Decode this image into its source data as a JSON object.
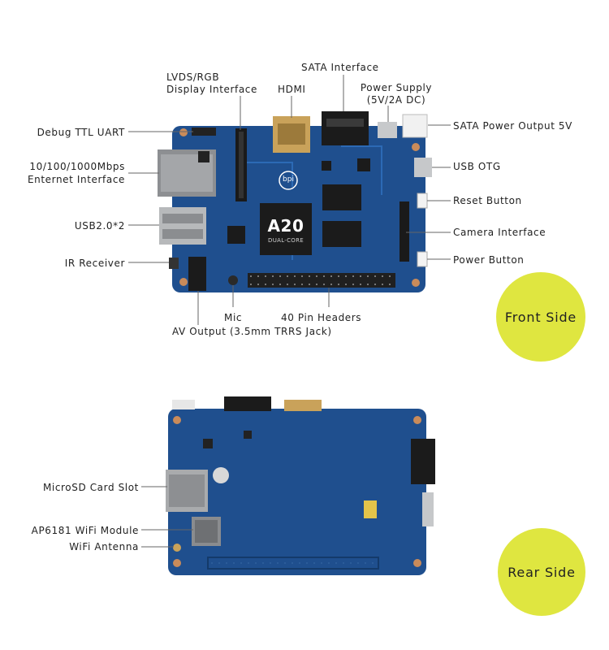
{
  "front": {
    "labels": {
      "debug_uart": "Debug TTL UART",
      "ethernet_line1": "10/100/1000Mbps",
      "ethernet_line2": "Enternet Interface",
      "usb": "USB2.0*2",
      "ir": "IR Receiver",
      "lvds_line1": "LVDS/RGB",
      "lvds_line2": "Display Interface",
      "hdmi": "HDMI",
      "sata": "SATA Interface",
      "power_supply_line1": "Power Supply",
      "power_supply_line2": "(5V/2A DC)",
      "sata_power": "SATA Power Output 5V",
      "usb_otg": "USB OTG",
      "reset": "Reset Button",
      "camera": "Camera Interface",
      "power_button": "Power Button",
      "mic": "Mic",
      "pin_headers": "40 Pin Headers",
      "av_output": "AV Output (3.5mm TRRS Jack)"
    },
    "chip": {
      "name": "A20",
      "sub": "DUAL-CORE",
      "logo": "bpi"
    },
    "badge": "Front Side"
  },
  "rear": {
    "labels": {
      "microsd": "MicroSD Card Slot",
      "wifi_module": "AP6181 WiFi Module",
      "wifi_antenna": "WiFi Antenna"
    },
    "badge": "Rear Side"
  },
  "colors": {
    "pcb": "#1f4f8e",
    "pcb_dark": "#153a6b",
    "badge": "#dfe640",
    "leader": "#666666"
  }
}
